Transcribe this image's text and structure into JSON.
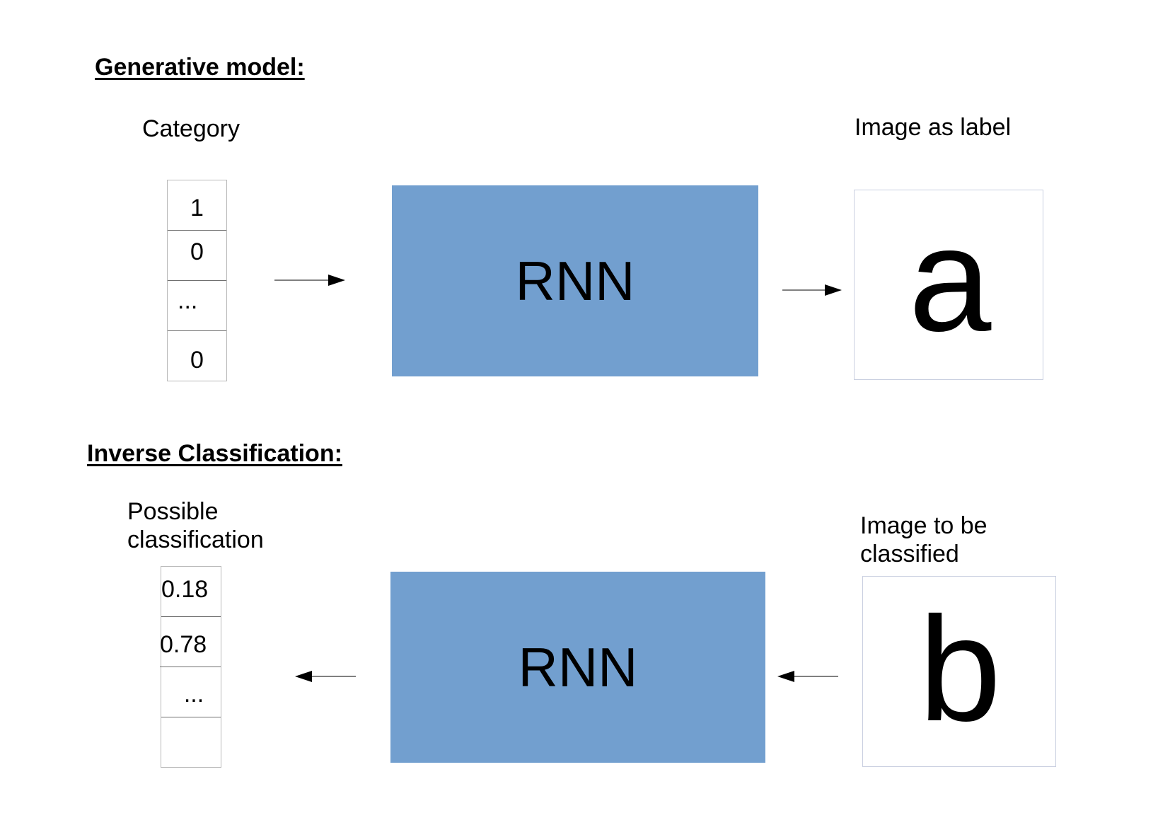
{
  "colors": {
    "rnn_fill": "#729fcf",
    "arrow": "#000000"
  },
  "generative": {
    "heading": "Generative model:",
    "input_label": "Category",
    "input_vector": [
      "1",
      "0",
      "...",
      "0"
    ],
    "model_label": "RNN",
    "output_label": "Image as label",
    "output_glyph": "a"
  },
  "inverse": {
    "heading": "Inverse Classification:",
    "output_label_line1": "Possible",
    "output_label_line2": "classification",
    "output_vector": [
      "0.18",
      "0.78",
      "...",
      ""
    ],
    "model_label": "RNN",
    "input_label_line1": "Image to be",
    "input_label_line2": "classified",
    "input_glyph": "b"
  }
}
